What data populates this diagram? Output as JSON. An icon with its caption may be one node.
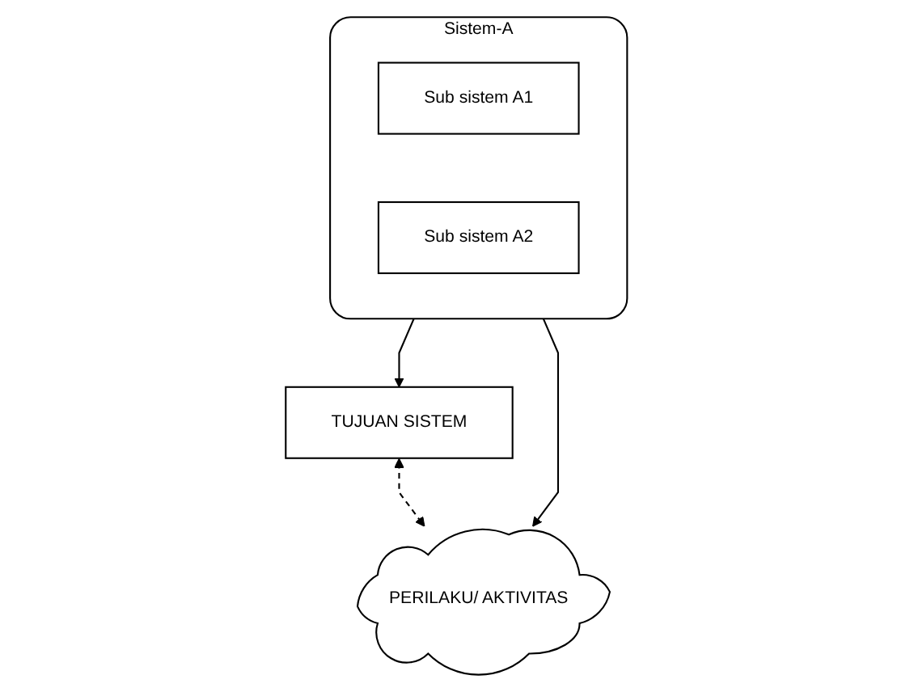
{
  "diagram": {
    "nodes": [
      {
        "text": [
          "Sistem-A"
        ]
      },
      {
        "text": [
          "Sub sistem A1"
        ],
        "in": 0
      },
      {
        "text": [
          "Sub sistem A2"
        ],
        "in": 0
      },
      {
        "text": [
          "PERILAKU/ AKTIVITAS"
        ]
      },
      {
        "text": [
          "TUJUAN SISTEM"
        ]
      }
    ],
    "edges": [
      {
        "from": 0,
        "to": 3,
        "arrow": "to"
      },
      {
        "from": 0,
        "to": 4,
        "arrow": "to"
      },
      {
        "from": 4,
        "to": 3,
        "arrow": "both",
        "style": "dashed"
      }
    ]
  }
}
